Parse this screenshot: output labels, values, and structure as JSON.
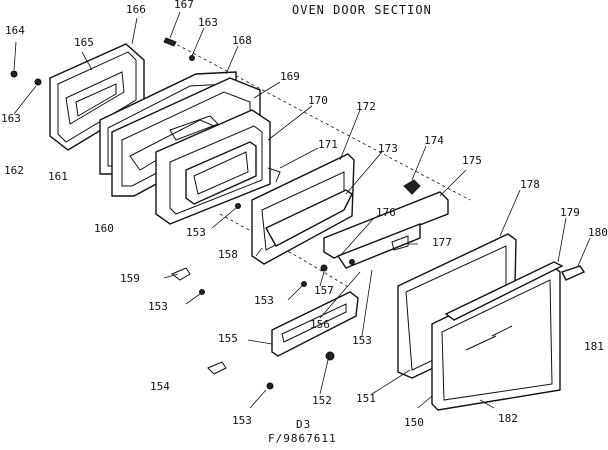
{
  "title": "OVEN DOOR SECTION",
  "footer": {
    "page_code": "D3",
    "model_code": "F/9867611"
  },
  "callouts": [
    "166",
    "167",
    "163",
    "164",
    "165",
    "168",
    "163",
    "169",
    "170",
    "172",
    "162",
    "161",
    "171",
    "173",
    "174",
    "175",
    "160",
    "153",
    "176",
    "178",
    "179",
    "180",
    "158",
    "177",
    "159",
    "157",
    "153",
    "153",
    "156",
    "155",
    "153",
    "181",
    "154",
    "152",
    "151",
    "150",
    "182",
    "153"
  ]
}
